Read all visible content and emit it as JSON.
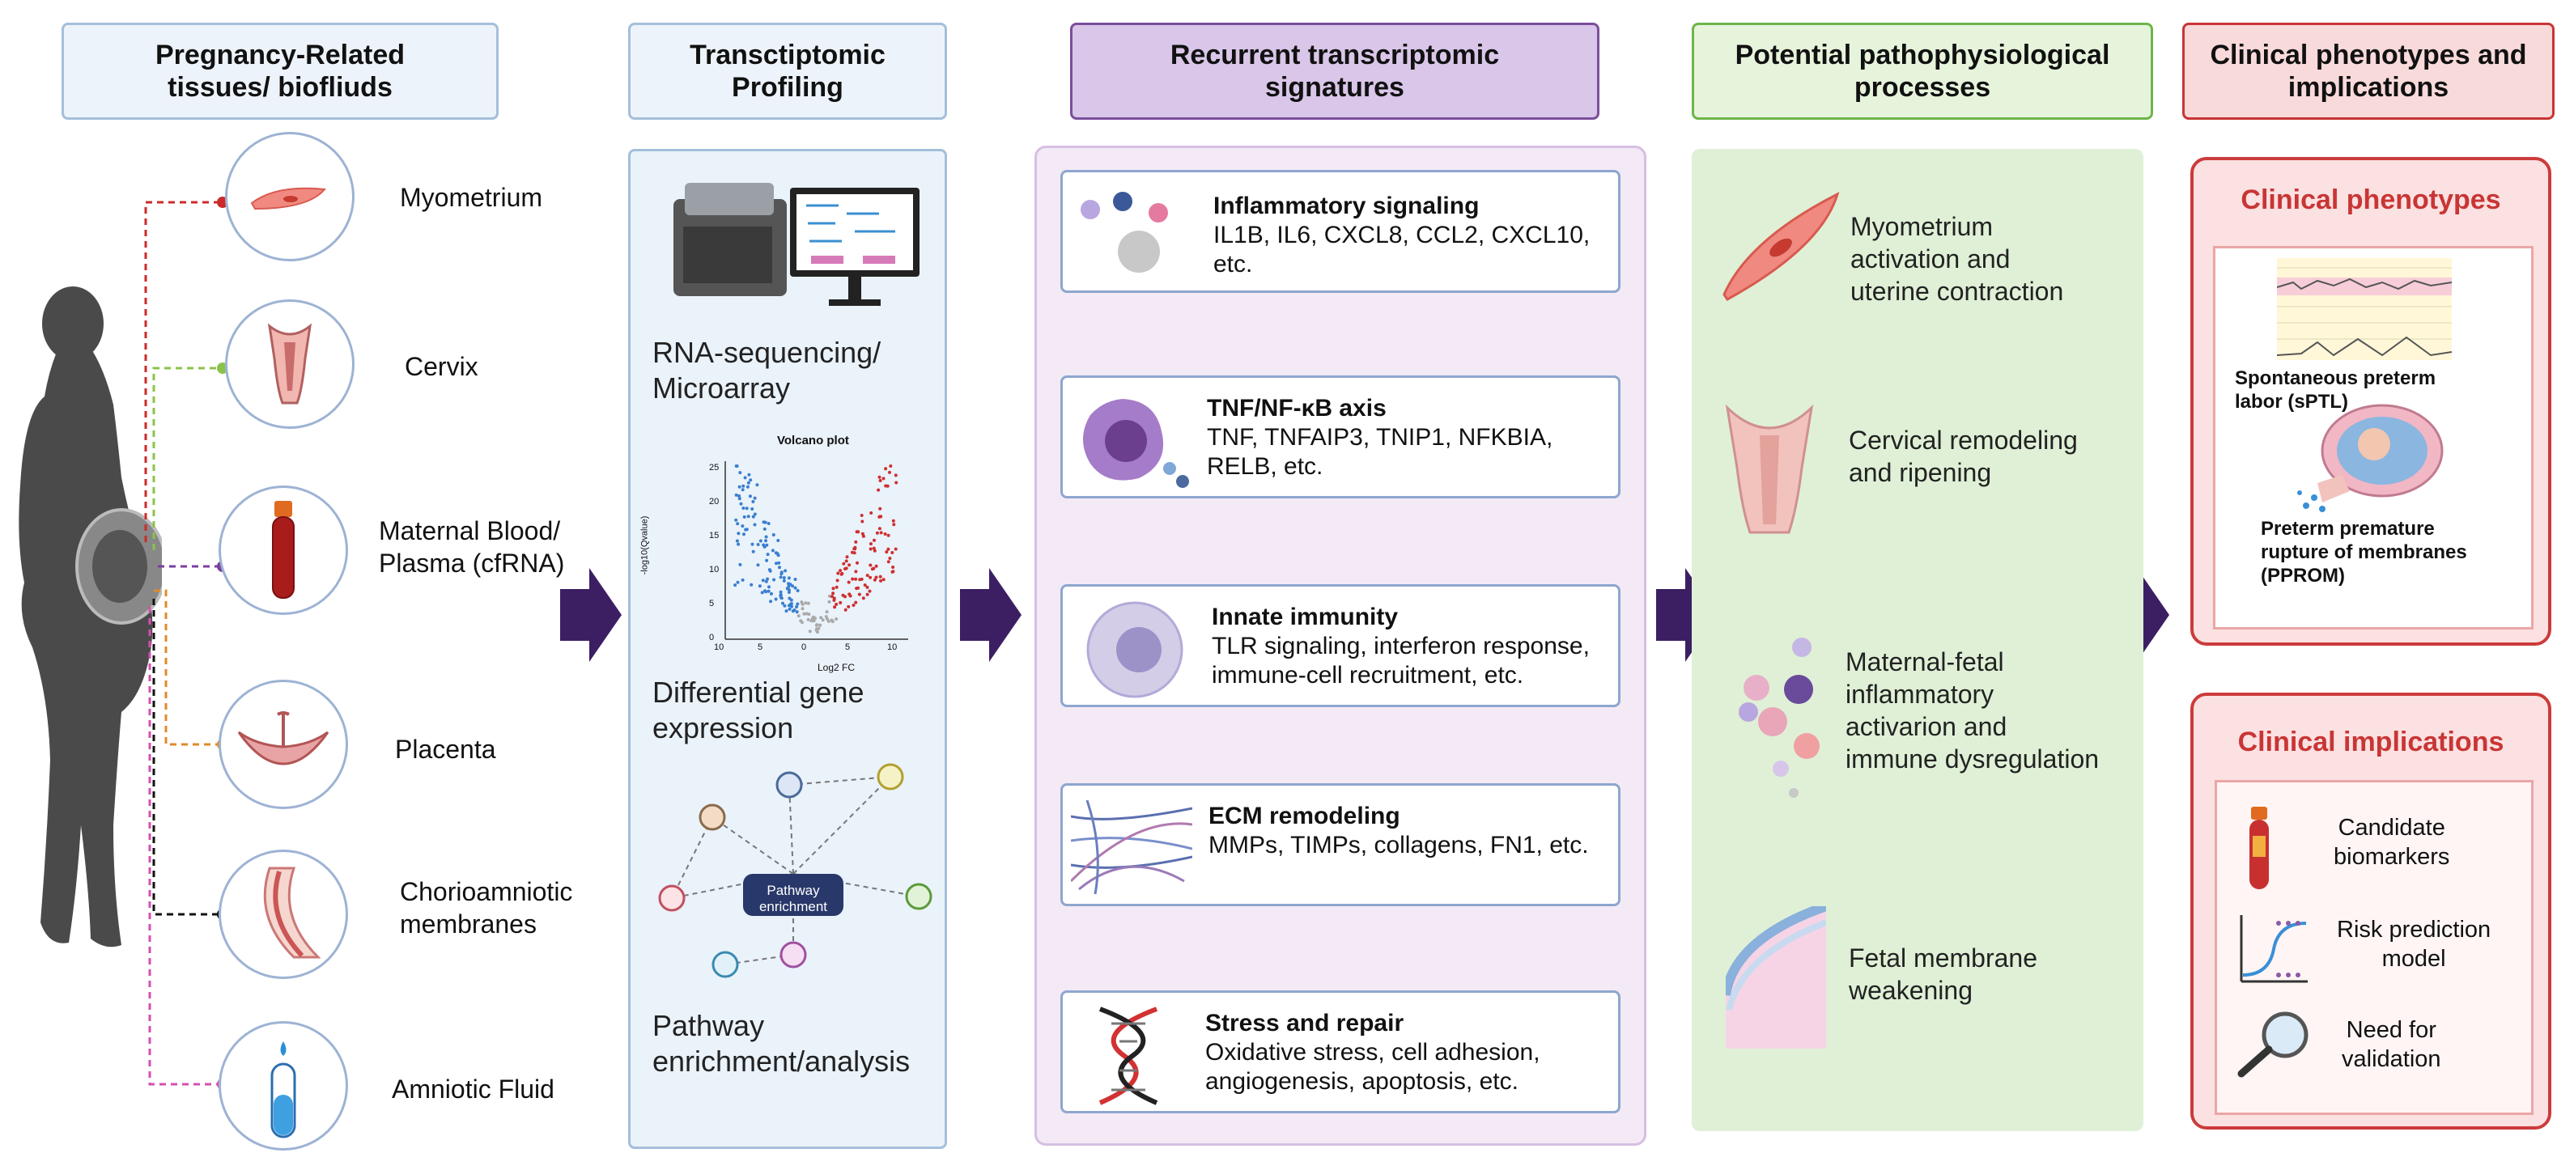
{
  "headers": {
    "tissues": "Pregnancy-Related\ntissues/ biofliuds",
    "profiling": "Transctiptomic\nProfiling",
    "signatures": "Recurrent transcriptomic\nsignatures",
    "processes": "Potential pathophysiological\nprocesses",
    "clinical": "Clinical phenotypes and\nimplications"
  },
  "tissues": [
    {
      "label": "Myometrium",
      "icon": "myometrium-cell-icon",
      "color": "#cc2a2a"
    },
    {
      "label": "Cervix",
      "icon": "cervix-icon",
      "color": "#8bc34a"
    },
    {
      "label": "Maternal Blood/\nPlasma (cfRNA)",
      "icon": "blood-tube-icon",
      "color": "#7b3fa0"
    },
    {
      "label": "Placenta",
      "icon": "placenta-icon",
      "color": "#e08a2a"
    },
    {
      "label": "Chorioamniotic\nmembranes",
      "icon": "membrane-icon",
      "color": "#111111"
    },
    {
      "label": "Amniotic Fluid",
      "icon": "amniotic-tube-icon",
      "color": "#d64fb0"
    }
  ],
  "profiling": {
    "step1": "RNA-sequencing/\nMicroarray",
    "step2": "Differential gene\nexpression",
    "step3": "Pathway\nenrichment/analysis",
    "volcano_title": "Volcano plot",
    "volcano_xlabel": "Log2 FC",
    "volcano_ylabel": "-log10(Qvalue)",
    "volcano_xticks": [
      "10",
      "5",
      "0",
      "5",
      "10"
    ],
    "volcano_yticks": [
      "25",
      "20",
      "15",
      "10",
      "5",
      "0"
    ],
    "pathway_node": "Pathway\nenrichment"
  },
  "signatures": [
    {
      "title": "Inflammatory signaling",
      "body": "IL1B, IL6, CXCL8, CCL2, CXCL10,\netc."
    },
    {
      "title": "TNF/NF-κB axis",
      "body": "TNF, TNFAIP3, TNIP1, NFKBIA,\nRELB, etc."
    },
    {
      "title": "Innate immunity",
      "body": "TLR signaling, interferon response,\nimmune-cell recruitment, etc."
    },
    {
      "title": "ECM remodeling",
      "body": "MMPs, TIMPs, collagens, FN1, etc."
    },
    {
      "title": "Stress and repair",
      "body": "Oxidative stress, cell adhesion,\nangiogenesis, apoptosis, etc."
    }
  ],
  "processes": [
    "Myometrium\nactivation and\nuterine contraction",
    "Cervical remodeling\nand ripening",
    "Maternal-fetal\ninflammatory\nactivarion and\nimmune dysregulation",
    "Fetal membrane\nweakening"
  ],
  "clinical": {
    "phenotypes_title": "Clinical phenotypes",
    "sptl": "Spontaneous preterm\nlabor (sPTL)",
    "pprom": "Preterm premature\nrupture of membranes\n(PPROM)",
    "implications_title": "Clinical implications",
    "impl": [
      "Candidate\nbiomarkers",
      "Risk prediction\nmodel",
      "Need for\nvalidation"
    ]
  },
  "colors": {
    "arrow": "#3c1f63",
    "accent_red": "#c93535",
    "accent_purple": "#7a4e9c",
    "accent_green": "#6db54a"
  }
}
